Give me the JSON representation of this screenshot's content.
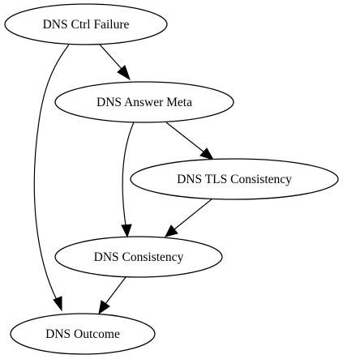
{
  "diagram": {
    "type": "directed-graph",
    "nodes": [
      {
        "id": "ctrl_failure",
        "label": "DNS Ctrl Failure"
      },
      {
        "id": "answer_meta",
        "label": "DNS Answer Meta"
      },
      {
        "id": "tls_consistency",
        "label": "DNS TLS Consistency"
      },
      {
        "id": "consistency",
        "label": "DNS Consistency"
      },
      {
        "id": "outcome",
        "label": "DNS Outcome"
      }
    ],
    "edges": [
      {
        "from": "ctrl_failure",
        "to": "answer_meta"
      },
      {
        "from": "ctrl_failure",
        "to": "outcome"
      },
      {
        "from": "answer_meta",
        "to": "tls_consistency"
      },
      {
        "from": "answer_meta",
        "to": "consistency"
      },
      {
        "from": "tls_consistency",
        "to": "consistency"
      },
      {
        "from": "consistency",
        "to": "outcome"
      }
    ]
  }
}
